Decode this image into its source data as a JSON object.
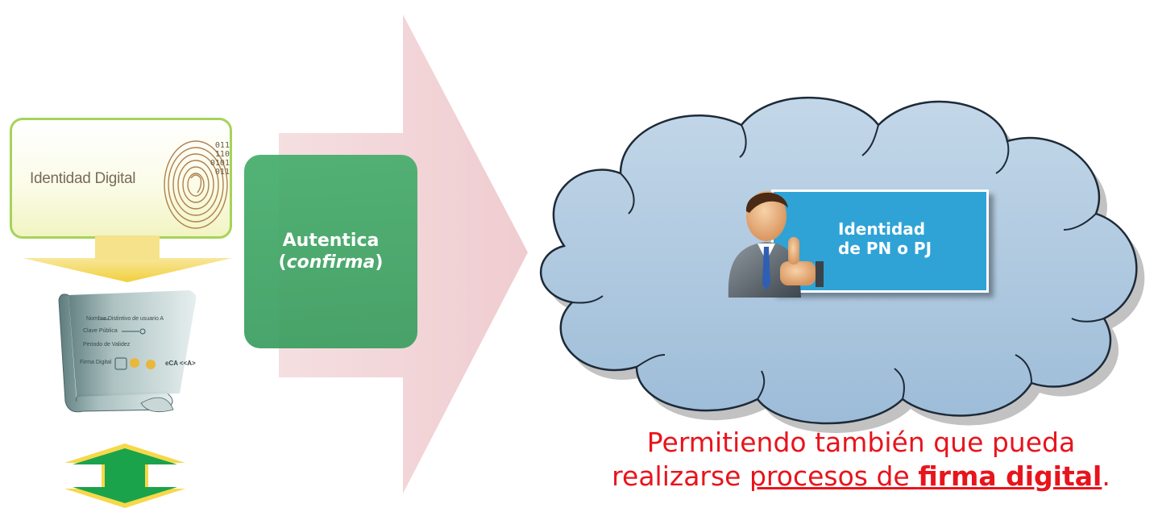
{
  "identity_card": {
    "label": "Identidad Digital",
    "binary": "0110\n1100\n01011\n0110"
  },
  "certificate": {
    "lines": [
      "Nombre Distintivo de usuario A",
      "Clave Pública",
      "Periodo de Validez",
      "Firma Digital"
    ],
    "ca_text": "eCA <<A>"
  },
  "auth": {
    "line1": "Autentica",
    "open_paren": "(",
    "italic_word": "confirma",
    "close_paren": ")"
  },
  "identity_panel": {
    "line1": "Identidad",
    "line2": "de PN o PJ"
  },
  "bottom_text": {
    "line1": "Permitiendo también que pueda",
    "line2_plain": "realizarse ",
    "line2_underlined": "procesos de ",
    "line2_bold": "firma digital",
    "line2_end": "."
  },
  "colors": {
    "arrow_pink": "#f1d5d8",
    "auth_green": "#44aa69",
    "cloud_fill": "#a9c6df",
    "panel_blue": "#2fa3d6",
    "bottom_red": "#e8141c",
    "down_arrow_yellow": "#f3d34a",
    "double_arrow_green": "#19a24a"
  }
}
